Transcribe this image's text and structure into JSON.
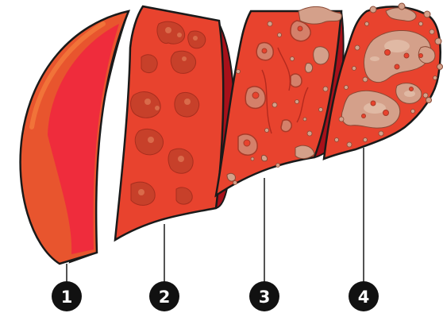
{
  "diagram": {
    "stages": [
      {
        "id": "stage-1",
        "number": "1"
      },
      {
        "id": "stage-2",
        "number": "2"
      },
      {
        "id": "stage-3",
        "number": "3"
      },
      {
        "id": "stage-4",
        "number": "4"
      }
    ],
    "colors": {
      "outline": "#1a1a1a",
      "healthy_outer": "#e8552e",
      "healthy_inner": "#e8283a",
      "cut_face": "#b5121b",
      "tissue": "#e8432e",
      "lesion": "#c7402a",
      "scar": "#d4a08a",
      "scar_light": "#e0b9a4",
      "badge": "#111111",
      "badge_text": "#ffffff"
    }
  }
}
